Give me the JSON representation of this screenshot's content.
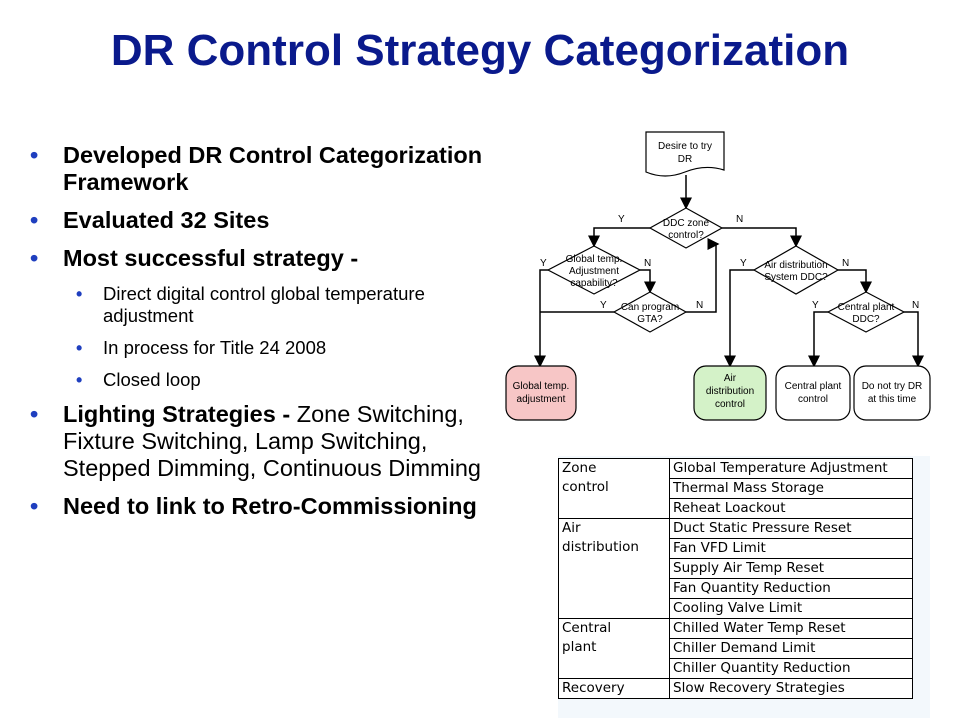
{
  "title": "DR Control Strategy Categorization",
  "bullets": [
    {
      "bold": "Developed DR Control Categorization Framework",
      "normal": ""
    },
    {
      "bold": "Evaluated 32 Sites",
      "normal": ""
    },
    {
      "bold": "Most successful strategy -",
      "normal": "",
      "sub": [
        "Direct digital control global temperature adjustment",
        "In process for Title 24 2008",
        "Closed loop"
      ]
    },
    {
      "bold": "Lighting Strategies - ",
      "normal": "Zone Switching, Fixture Switching, Lamp Switching, Stepped Dimming, Continuous Dimming"
    },
    {
      "bold": "Need to link to Retro-Commissioning",
      "normal": ""
    }
  ],
  "flowchart": {
    "start": [
      "Desire to try",
      "DR"
    ],
    "d1": [
      "DDC zone",
      "control?"
    ],
    "d2": [
      "Global temp.",
      "Adjustment",
      "capability?"
    ],
    "d3": [
      "Can program",
      "GTA?"
    ],
    "d4": [
      "Air distribution",
      "System DDC?"
    ],
    "d5": [
      "Central plant",
      "DDC?"
    ],
    "t1": [
      "Global temp.",
      "adjustment"
    ],
    "t2": [
      "Air",
      "distribution",
      "control"
    ],
    "t3": [
      "Central plant",
      "control"
    ],
    "t4": [
      "Do not try DR",
      "at this time"
    ],
    "yes": "Y",
    "no": "N",
    "colors": {
      "t1": "#f7c6c6",
      "t2": "#d4f2c8",
      "t3": "#ffffff",
      "t4": "#ffffff"
    }
  },
  "table": {
    "groups": [
      {
        "category": "Zone\ncontrol",
        "items": [
          "Global Temperature Adjustment",
          "Thermal Mass Storage",
          "Reheat Loackout"
        ]
      },
      {
        "category": "Air\ndistribution",
        "items": [
          "Duct Static Pressure Reset",
          "Fan VFD Limit",
          "Supply Air Temp Reset",
          "Fan Quantity Reduction",
          "Cooling Valve Limit"
        ]
      },
      {
        "category": "Central\nplant",
        "items": [
          "Chilled Water Temp Reset",
          "Chiller Demand Limit",
          "Chiller Quantity Reduction"
        ]
      },
      {
        "category": "Recovery",
        "items": [
          "Slow Recovery Strategies"
        ]
      }
    ]
  }
}
